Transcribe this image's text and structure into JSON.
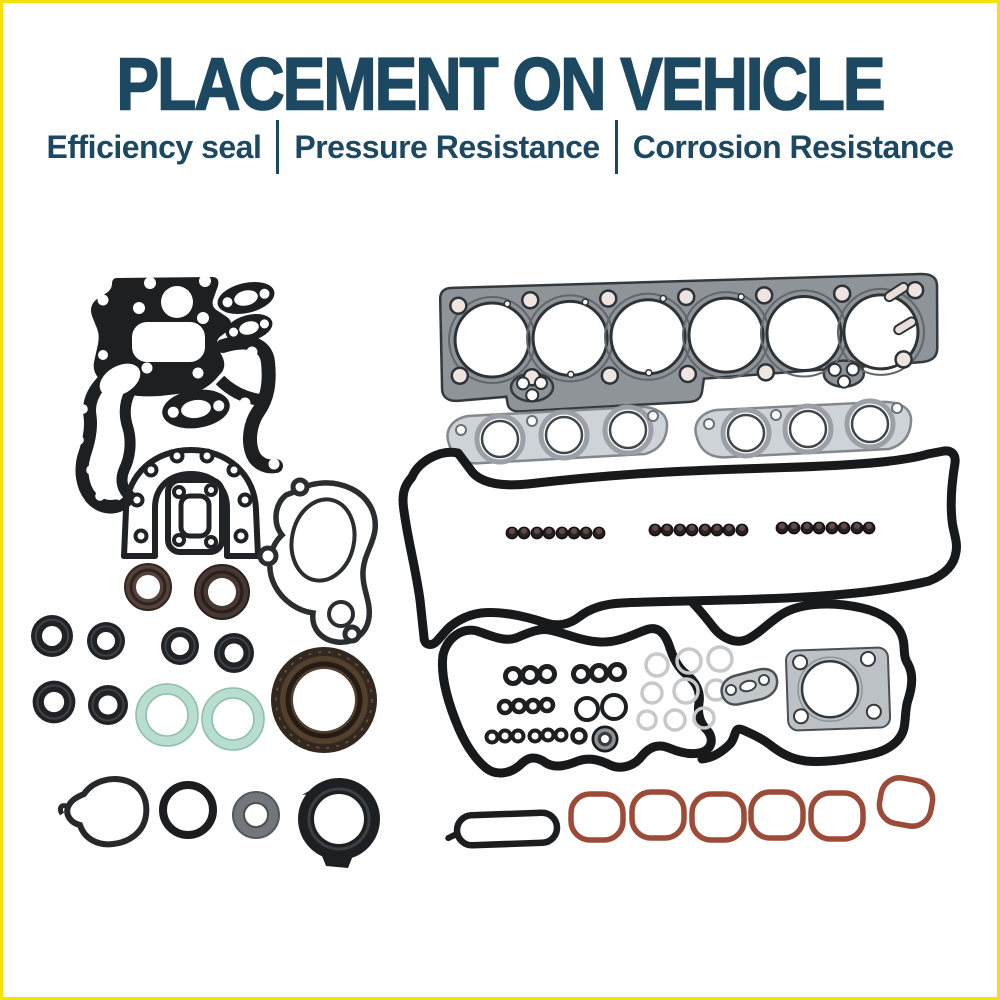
{
  "page": {
    "border_color": "#f2e20c",
    "background_color": "#ffffff"
  },
  "header": {
    "title": "PLACEMENT ON VEHICLE",
    "title_color": "#1c4861",
    "features": [
      "Efficiency seal",
      "Pressure Resistance",
      "Corrosion Resistance"
    ]
  },
  "photo": {
    "description": "Complete engine gasket and seal kit laid out on a white background",
    "parts": [
      "timing-cover-gasket",
      "small-oval-port-gaskets",
      "rear-main-seal-retainer-gasket",
      "cam-housing-gasket",
      "water-pump-gasket",
      "cylinder-head-gasket",
      "exhaust-manifold-gasket-left",
      "exhaust-manifold-gasket-right",
      "valve-cover-gasket",
      "valve-stem-seals",
      "timing-chain-case-gasket",
      "small-o-rings",
      "clear-o-rings",
      "grommet-seal",
      "two-hole-gasket",
      "throttle-body-gasket",
      "intake-plenum-gasket",
      "camshaft-seals",
      "oil-seals",
      "coolant-o-rings",
      "crankshaft-seal",
      "thermostat-gasket",
      "o-ring",
      "sealing-washer",
      "cam-plug-seal",
      "strip-gasket",
      "intake-manifold-port-seals"
    ],
    "colors": {
      "rubber_black": "#1b1d1f",
      "steel_gray": "#8f9498",
      "silver": "#ced3d7",
      "seal_brown": "#54423a",
      "crank_brown": "#53402c",
      "coolant_teal": "#b7decf",
      "intake_red": "#9d4b39",
      "clear_ring": "#c6c8ca"
    }
  }
}
